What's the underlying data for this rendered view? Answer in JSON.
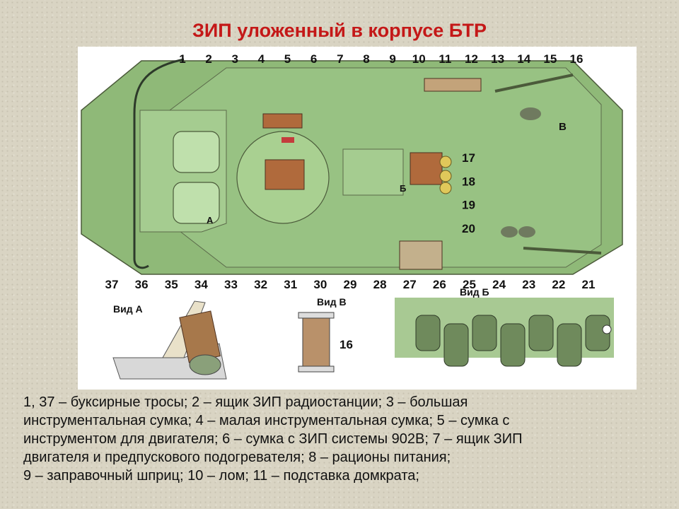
{
  "title": "ЗИП уложенный в корпусе БТР",
  "diagram": {
    "callouts_top": [
      "1",
      "2",
      "3",
      "4",
      "5",
      "6",
      "7",
      "8",
      "9",
      "10",
      "11",
      "12",
      "13",
      "14",
      "15",
      "16"
    ],
    "callouts_right": [
      "17",
      "18",
      "19",
      "20"
    ],
    "callouts_bottom": [
      "37",
      "36",
      "35",
      "34",
      "33",
      "32",
      "31",
      "30",
      "29",
      "28",
      "27",
      "26",
      "25",
      "24",
      "23",
      "22",
      "21"
    ],
    "callout_view_b_side": "16",
    "view_labels": {
      "a": "Вид А",
      "b": "Вид Б",
      "v": "Вид В"
    },
    "hull_markers": {
      "a": "А",
      "b": "Б",
      "v": "В"
    }
  },
  "caption": {
    "lines": [
      "1, 37 – буксирные тросы; 2 – ящик ЗИП радиостанции; 3 – большая",
      "инструментальная сумка; 4 – малая инструментальная сумка; 5 – сумка с",
      "инструментом для двигателя; 6 – сумка с ЗИП системы 902В; 7 – ящик ЗИП",
      "двигателя и предпускового подогревателя; 8 – рационы питания;",
      "9 – заправочный шприц; 10 – лом; 11 – подставка домкрата;"
    ]
  }
}
